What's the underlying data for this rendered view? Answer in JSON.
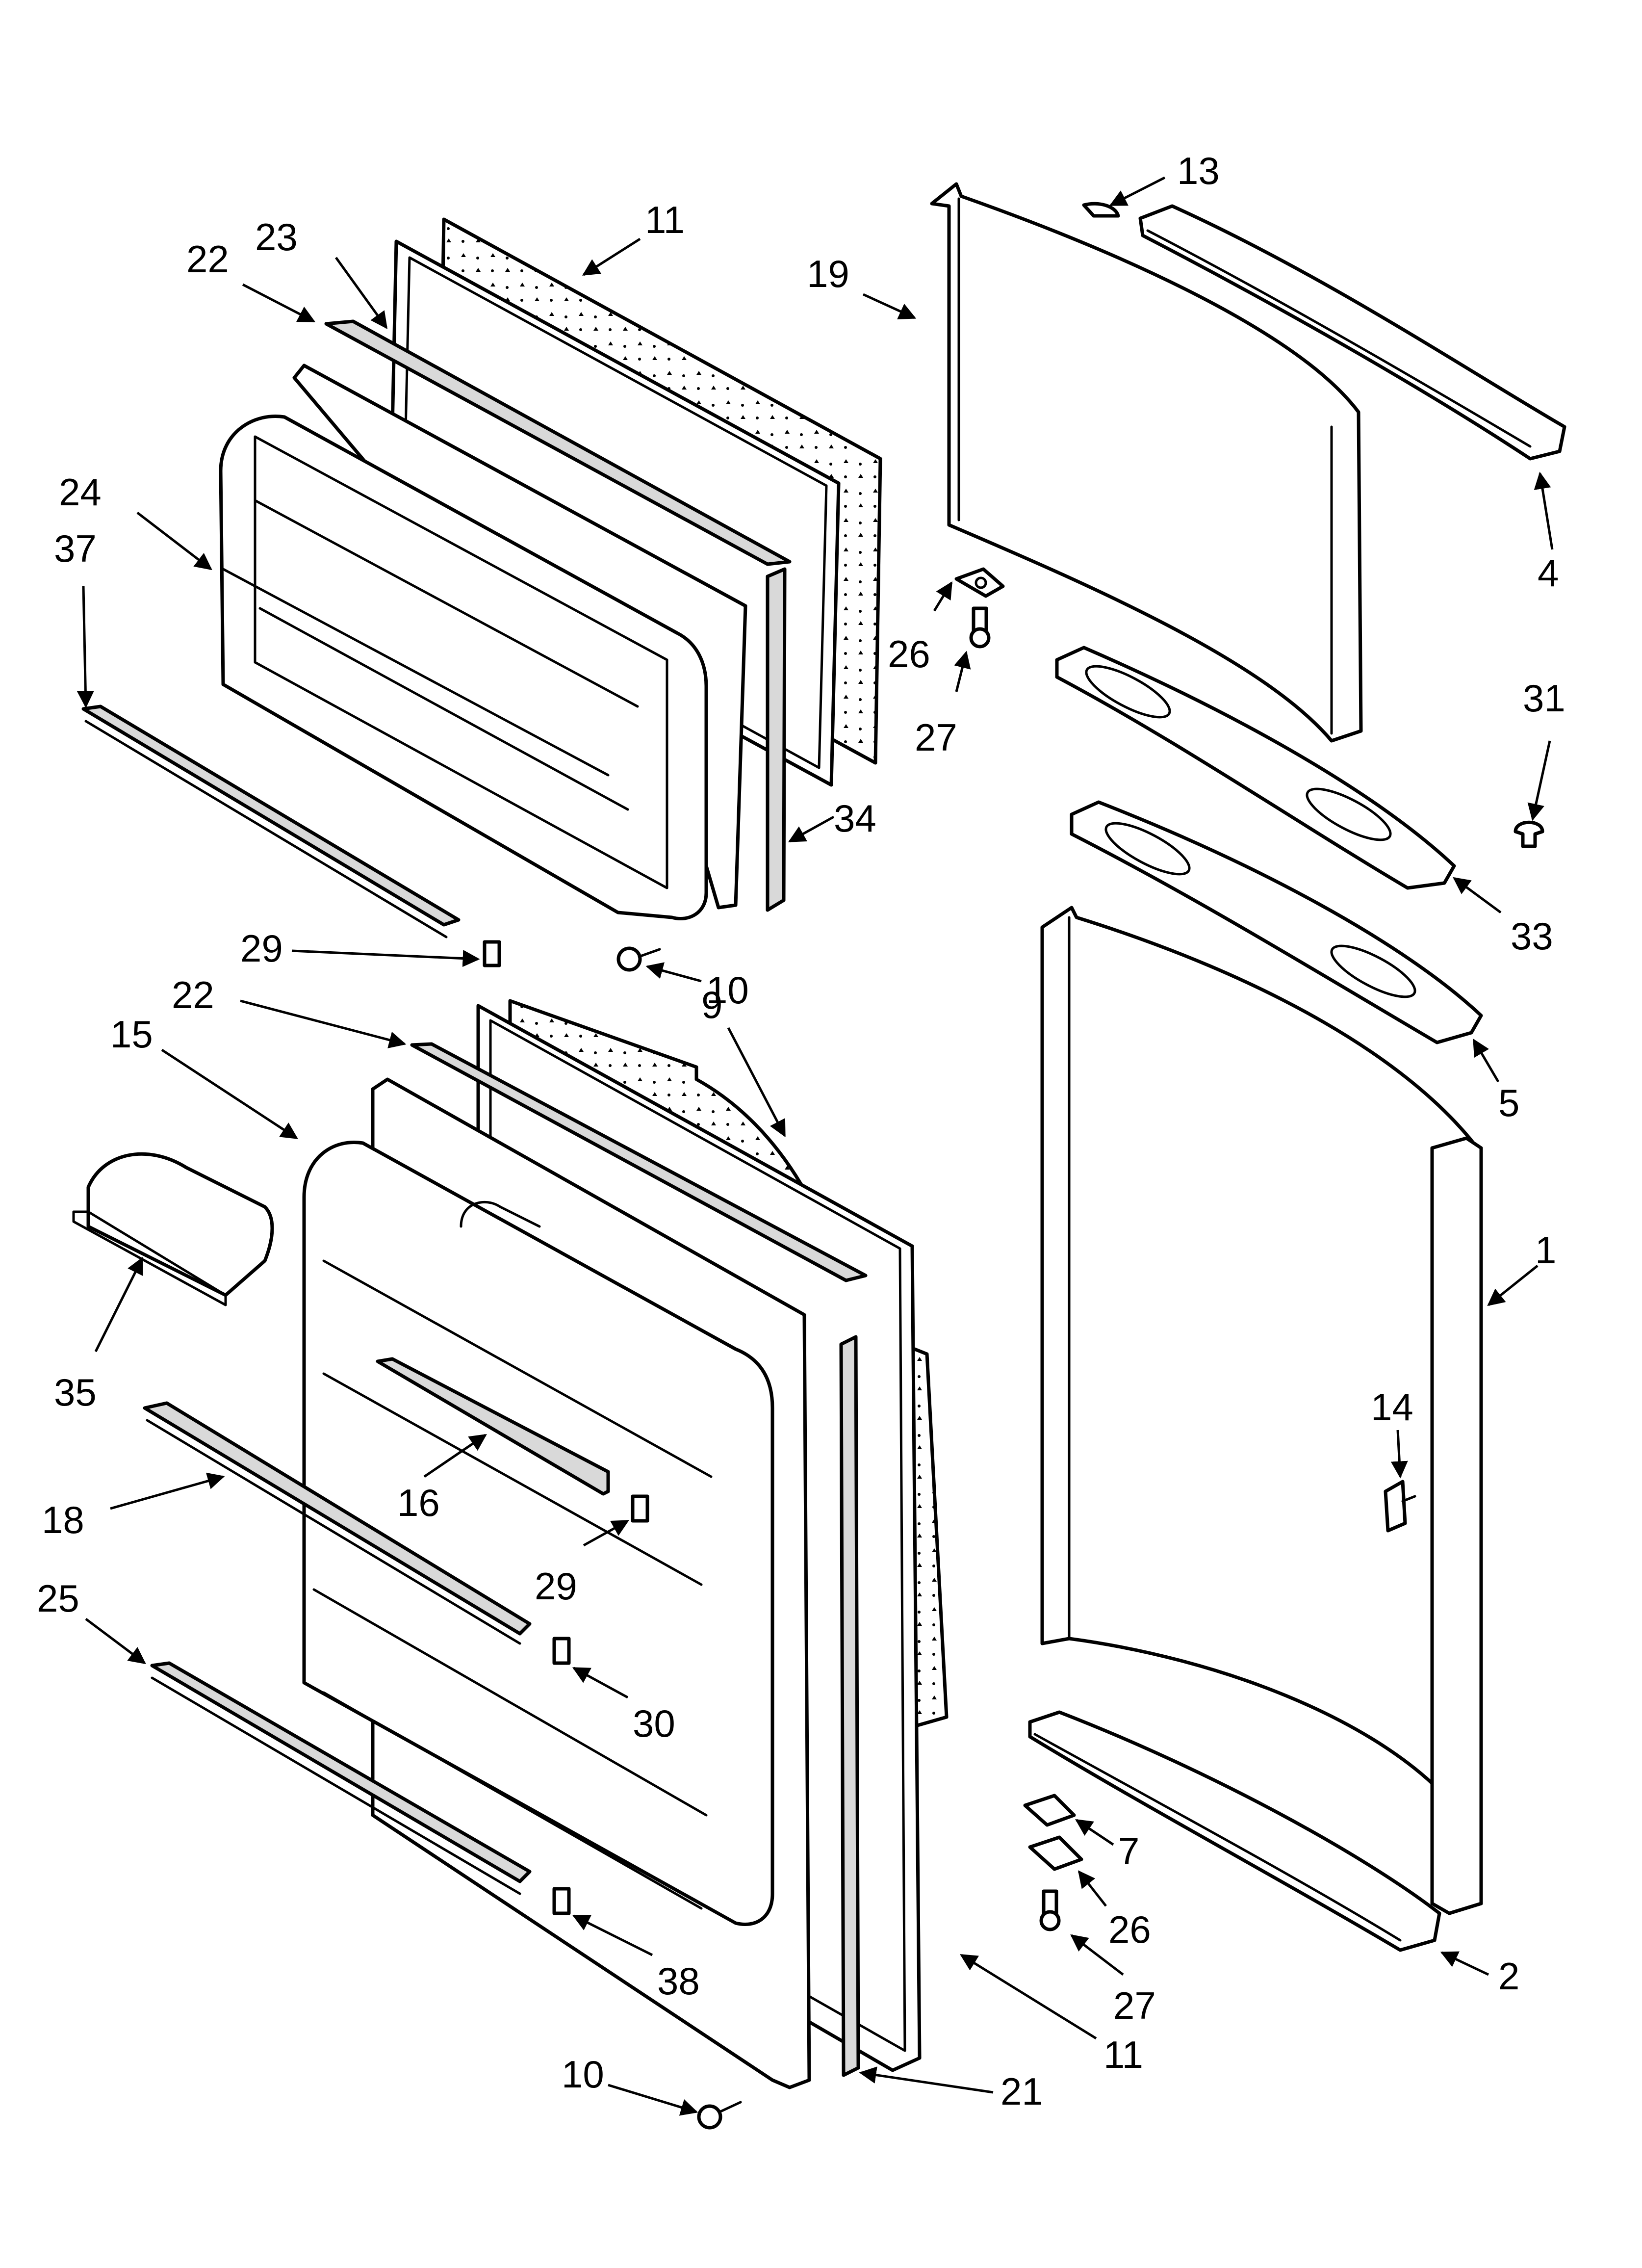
{
  "diagram": {
    "colors": {
      "line": "#000000",
      "background": "#ffffff",
      "shade": "#d9d9d9"
    },
    "callouts": [
      {
        "id": "c13",
        "label": "13"
      },
      {
        "id": "c11a",
        "label": "11"
      },
      {
        "id": "c23",
        "label": "23"
      },
      {
        "id": "c22a",
        "label": "22"
      },
      {
        "id": "c19",
        "label": "19"
      },
      {
        "id": "c24",
        "label": "24"
      },
      {
        "id": "c37",
        "label": "37"
      },
      {
        "id": "c4",
        "label": "4"
      },
      {
        "id": "c26a",
        "label": "26"
      },
      {
        "id": "c27a",
        "label": "27"
      },
      {
        "id": "c31",
        "label": "31"
      },
      {
        "id": "c34",
        "label": "34"
      },
      {
        "id": "c33",
        "label": "33"
      },
      {
        "id": "c29a",
        "label": "29"
      },
      {
        "id": "c10a",
        "label": "10"
      },
      {
        "id": "c22b",
        "label": "22"
      },
      {
        "id": "c15",
        "label": "15"
      },
      {
        "id": "c9",
        "label": "9"
      },
      {
        "id": "c5",
        "label": "5"
      },
      {
        "id": "c1",
        "label": "1"
      },
      {
        "id": "c35",
        "label": "35"
      },
      {
        "id": "c14",
        "label": "14"
      },
      {
        "id": "c18",
        "label": "18"
      },
      {
        "id": "c16",
        "label": "16"
      },
      {
        "id": "c29b",
        "label": "29"
      },
      {
        "id": "c25",
        "label": "25"
      },
      {
        "id": "c30",
        "label": "30"
      },
      {
        "id": "c7",
        "label": "7"
      },
      {
        "id": "c26b",
        "label": "26"
      },
      {
        "id": "c2",
        "label": "2"
      },
      {
        "id": "c38",
        "label": "38"
      },
      {
        "id": "c27b",
        "label": "27"
      },
      {
        "id": "c11b",
        "label": "11"
      },
      {
        "id": "c10b",
        "label": "10"
      },
      {
        "id": "c21",
        "label": "21"
      }
    ]
  }
}
